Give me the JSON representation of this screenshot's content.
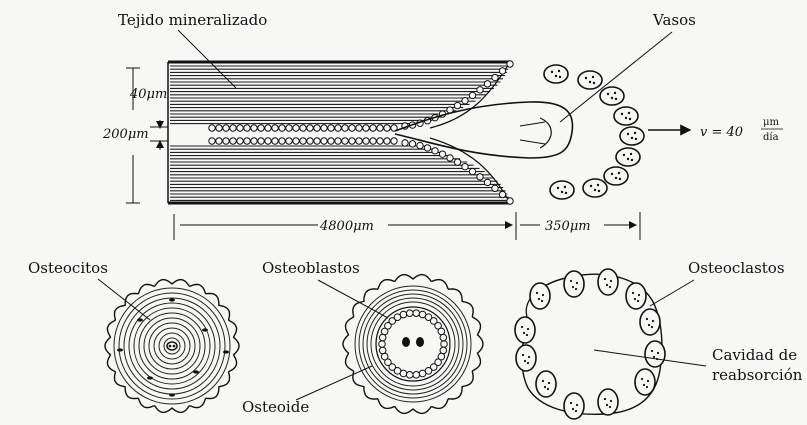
{
  "labels": {
    "mineralized_tissue": "Tejido mineralizado",
    "vessels": "Vasos",
    "osteocytes": "Osteocitos",
    "osteoblasts": "Osteoblastos",
    "osteoid": "Osteoide",
    "osteoclasts": "Osteoclastos",
    "cavity_line1": "Cavidad de",
    "cavity_line2": "reabsorción"
  },
  "dimensions": {
    "thickness": "40μm",
    "canal": "200μm",
    "length_formed": "4800μm",
    "length_cone": "350μm"
  },
  "velocity": {
    "prefix": "v = 40",
    "unit_num": "μm",
    "unit_den": "día"
  },
  "colors": {
    "ink": "#111111",
    "paper": "#f7f7f6"
  }
}
